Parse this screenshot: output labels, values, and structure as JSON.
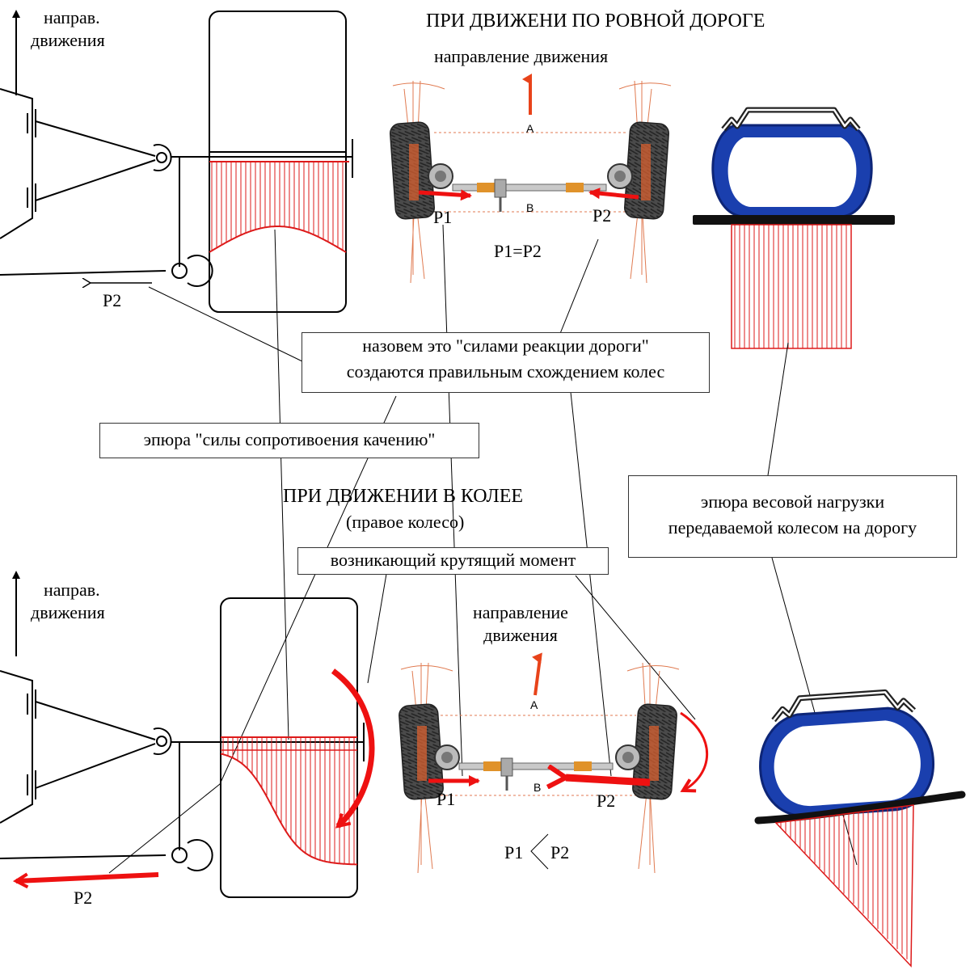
{
  "texts": {
    "dir_top_left": [
      "направ.",
      "движения"
    ],
    "title_flat": "ПРИ ДВИЖЕНИ ПО РОВНОЙ ДОРОГЕ",
    "dir_flat": "направление движения",
    "p1_top": "P1",
    "p2_top": "P2",
    "eq_top": "P1=P2",
    "p2_left_top": "P2",
    "dim_a": "A",
    "dim_b": "B",
    "box_reaction": [
      "назовем это \"силами реакции дороги\"",
      "создаются правильным схождением колес"
    ],
    "box_rolling": "эпюра \"силы сопротивоения качению\"",
    "title_rut": "ПРИ ДВИЖЕНИИ В КОЛЕЕ",
    "subtitle_rut": "(правое колесо)",
    "box_torque": "возникающий крутящий момент",
    "box_weight": [
      "эпюра весовой нагрузки",
      "передаваемой колесом на дорогу"
    ],
    "dir_bottom_left": [
      "направ.",
      "движения"
    ],
    "dir_rut": [
      "направление",
      "движения"
    ],
    "p1_bottom": "P1",
    "p2_bottom": "P2",
    "ineq_p1": "P1",
    "ineq_p2": "P2",
    "p2_left_bottom": "P2"
  },
  "colors": {
    "force": "#ee1111",
    "hatch": "#dd1a1a",
    "tire": "#1a3fae",
    "tire_dark": "#0d2577",
    "rim": "#222222",
    "wheel": "#3a3a3a",
    "arrow_orange": "#e8431a",
    "guide": "#e07a50"
  }
}
